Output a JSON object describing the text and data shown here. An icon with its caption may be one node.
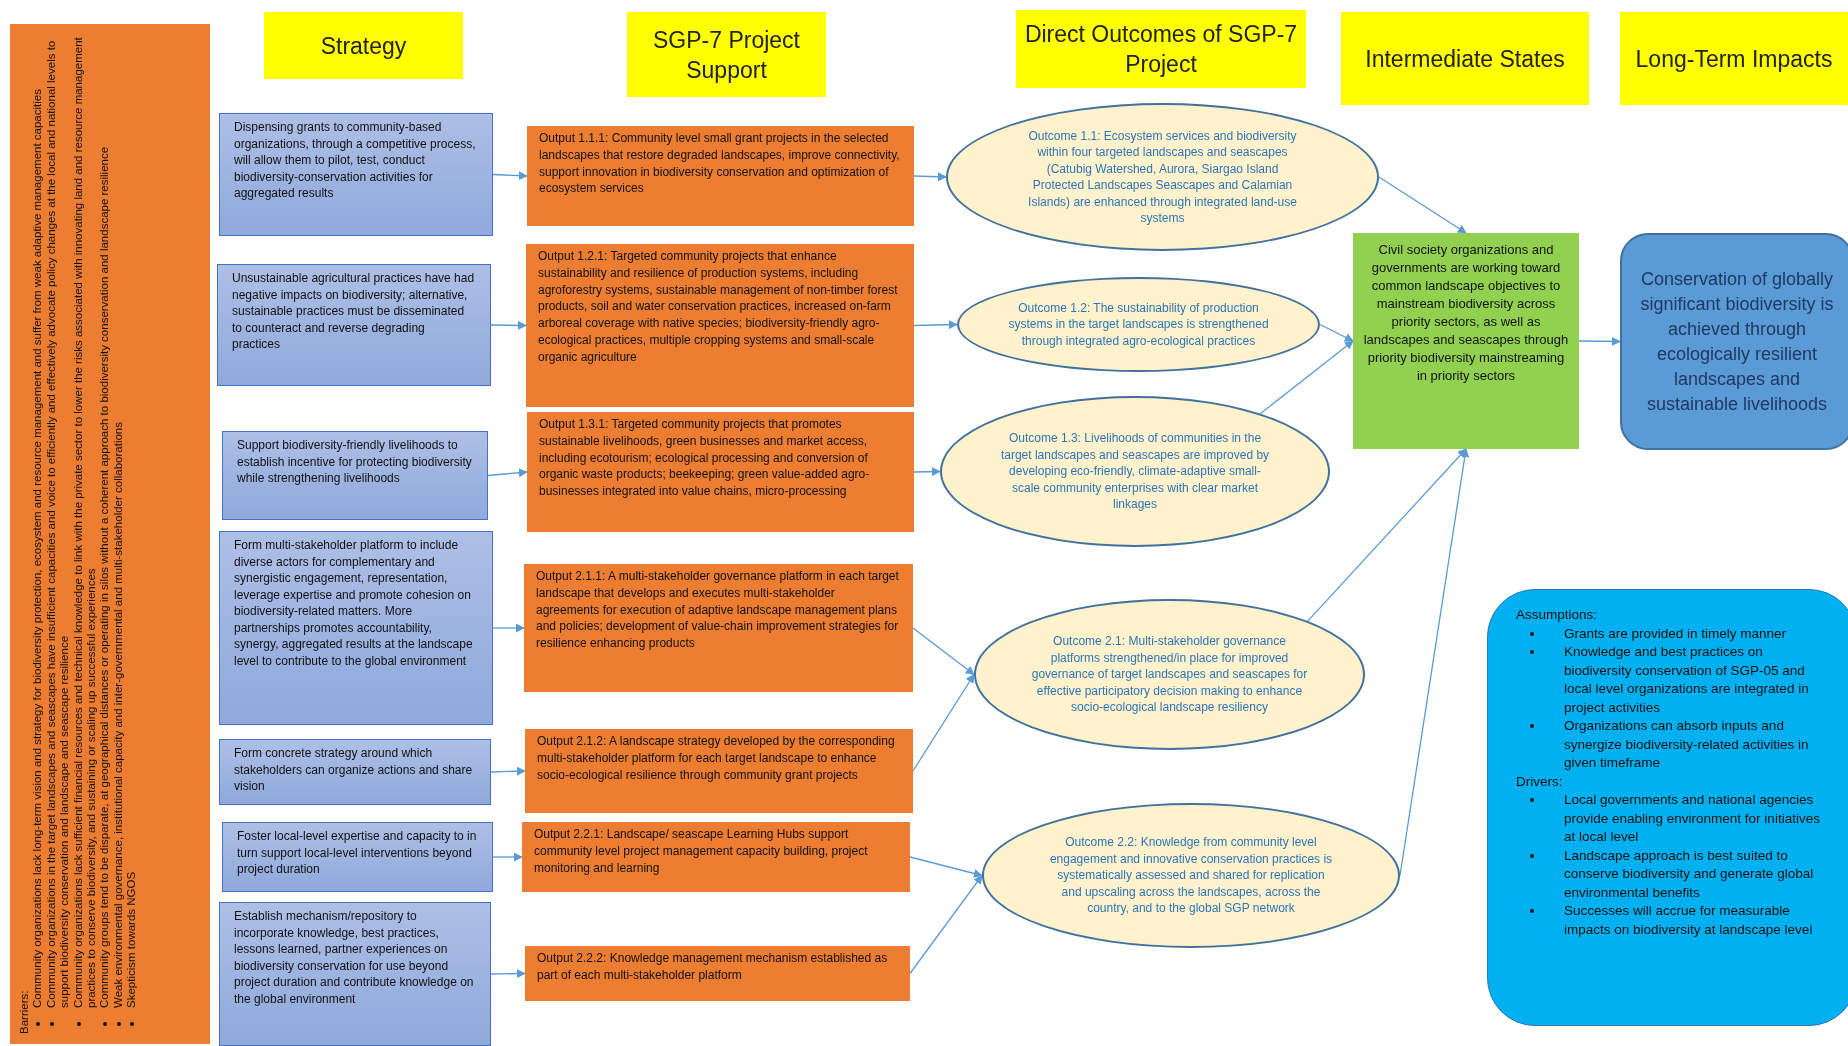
{
  "diagram": {
    "nodes": [
      {
        "text": [
          "Barriers:",
          "Community organizations  lack long-term vision and strategy for biodiversity protection, ecosystem and resource management and suffer from weak adaptive management capacities",
          "Community organizations in the target landscapes and seascapes have insufficient capacities and voice to efficiently and effectively advocate policy changes at the local and national levels to support biodiversity conservation and landscape and seascape resilience",
          "Community organizations lack sufficient financial resources and technical knowledge to link with the private sector to lower the risks associated with innovating land and resource management practices to conserve biodiversity, and sustaining or scaling up successful experiences",
          "Community groups tend to be disparate, at geographical distances or operating in silos without a coherent approach to biodiversity conservation and landscape resilience",
          "Weak environmental governance, institutional capacity and inter-governmental and multi-stakeholder collaborations",
          "Skepticism towards NGOS"
        ]
      },
      {
        "text": [
          "Strategy"
        ]
      },
      {
        "text": [
          "SGP-7 Project Support"
        ]
      },
      {
        "text": [
          "Direct Outcomes of SGP-7 Project"
        ]
      },
      {
        "text": [
          "Intermediate States"
        ]
      },
      {
        "text": [
          "Long-Term Impacts"
        ]
      },
      {
        "text": [
          "Dispensing  grants to community-based organizations, through a competitive process, will allow them to pilot, test, conduct biodiversity-conservation activities for aggregated results"
        ]
      },
      {
        "text": [
          "Unsustainable agricultural practices have had negative impacts on biodiversity; alternative, sustainable practices must be disseminated to counteract and reverse degrading practices"
        ]
      },
      {
        "text": [
          "Support biodiversity-friendly livelihoods to establish  incentive for protecting biodiversity while strengthening livelihoods"
        ]
      },
      {
        "text": [
          "Form multi-stakeholder platform to include diverse actors for complementary and synergistic engagement, representation, leverage expertise and promote cohesion on biodiversity-related matters. More partnerships promotes accountability, synergy, aggregated results at the landscape level to contribute to the global environment"
        ]
      },
      {
        "text": [
          "Form concrete strategy around which stakeholders can organize actions and share vision"
        ]
      },
      {
        "text": [
          "Foster local-level expertise and capacity to in turn support local-level interventions beyond project duration"
        ]
      },
      {
        "text": [
          "Establish mechanism/repository to incorporate knowledge, best practices, lessons learned, partner experiences on biodiversity conservation  for use beyond project duration and contribute knowledge on the global environment"
        ]
      },
      {
        "text": [
          "Output 1.1.1: Community level small grant projects in the selected landscapes that restore degraded landscapes, improve connectivity, support innovation in biodiversity conservation and optimization of ecosystem services"
        ]
      },
      {
        "text": [
          "Output 1.2.1: Targeted community projects that enhance sustainability and resilience of production systems, including agroforestry systems, sustainable management of non-timber forest products, soil and water conservation practices, increased on-farm arboreal coverage with native species; biodiversity-friendly agro-ecological practices, multiple cropping systems and small-scale organic agriculture"
        ]
      },
      {
        "text": [
          "Output 1.3.1: Targeted community projects that promotes sustainable livelihoods, green businesses and market access, including ecotourism; ecological processing and conversion of organic waste products; beekeeping; green value-added agro-businesses integrated into value chains, micro-processing"
        ]
      },
      {
        "text": [
          "Output 2.1.1: A multi-stakeholder governance platform in each target landscape that develops and executes multi-stakeholder agreements for execution of adaptive landscape management plans and policies; development of value-chain improvement strategies for resilience enhancing products"
        ]
      },
      {
        "text": [
          "Output 2.1.2: A landscape strategy developed by the corresponding multi-stakeholder platform for each target landscape to enhance socio-ecological resilience through community grant projects"
        ]
      },
      {
        "text": [
          "Output 2.2.1: Landscape/ seascape Learning Hubs support community level project management capacity building, project monitoring and learning"
        ]
      },
      {
        "text": [
          "Output 2.2.2: Knowledge management mechanism established as part of each multi-stakeholder platform"
        ]
      },
      {
        "text": [
          "Outcome 1.1:  Ecosystem services and biodiversity within four targeted landscapes and seascapes  (Catubig Watershed, Aurora, Siargao Island Protected Landscapes Seascapes  and Calamian Islands) are enhanced through integrated land-use systems"
        ]
      },
      {
        "text": [
          "Outcome 1.2: The sustainability of production systems in the target landscapes is strengthened through integrated agro-ecological practices"
        ]
      },
      {
        "text": [
          "Outcome 1.3: Livelihoods of communities in the target landscapes and seascapes are improved by developing eco-friendly, climate-adaptive small-scale community enterprises with clear market linkages"
        ]
      },
      {
        "text": [
          "Outcome 2.1: Multi-stakeholder governance platforms strengthened/in place for improved governance of target landscapes and seascapes for effective participatory decision making to enhance socio-ecological landscape resiliency"
        ]
      },
      {
        "text": [
          "Outcome 2.2: Knowledge from community level engagement and innovative conservation practices is systematically assessed and shared for replication and upscaling across the landscapes, across the country, and to the global SGP network"
        ]
      },
      {
        "text": [
          "Civil society organizations and governments are working toward common landscape objectives to mainstream biodiversity across priority sectors, as well as landscapes and seascapes through priority biodiversity mainstreaming in priority sectors"
        ]
      },
      {
        "text": [
          "Conservation of globally significant biodiversity is achieved through ecologically resilient landscapes and sustainable livelihoods"
        ]
      },
      {
        "text": [
          "Assumptions:",
          "Grants are provided in timely manner",
          "Knowledge and best practices on biodiversity conservation of SGP-05 and local level organizations are integrated in project activities",
          "Organizations can absorb inputs and synergize biodiversity-related activities in given timeframe",
          "Drivers:",
          "Local governments and national agencies provide enabling environment for initiatives at local level",
          "Landscape approach is best suited to conserve biodiversity and generate global environmental benefits",
          "Successes will accrue for measurable impacts on biodiversity at landscape level"
        ]
      }
    ],
    "edges": [
      {
        "from": 6,
        "to": 13,
        "arrow": "to"
      },
      {
        "from": 7,
        "to": 14,
        "arrow": "to"
      },
      {
        "from": 8,
        "to": 15,
        "arrow": "to"
      },
      {
        "from": 9,
        "to": 16,
        "arrow": "to"
      },
      {
        "from": 10,
        "to": 17,
        "arrow": "to"
      },
      {
        "from": 11,
        "to": 18,
        "arrow": "to"
      },
      {
        "from": 12,
        "to": 19,
        "arrow": "to"
      },
      {
        "from": 13,
        "to": 20,
        "arrow": "to"
      },
      {
        "from": 14,
        "to": 21,
        "arrow": "to"
      },
      {
        "from": 15,
        "to": 22,
        "arrow": "to"
      },
      {
        "from": 16,
        "to": 23,
        "arrow": "to"
      },
      {
        "from": 17,
        "to": 23,
        "arrow": "to"
      },
      {
        "from": 18,
        "to": 24,
        "arrow": "to"
      },
      {
        "from": 19,
        "to": 24,
        "arrow": "to"
      },
      {
        "from": 20,
        "to": 25,
        "arrow": "to"
      },
      {
        "from": 21,
        "to": 25,
        "arrow": "to"
      },
      {
        "from": 22,
        "to": 25,
        "arrow": "to"
      },
      {
        "from": 23,
        "to": 25,
        "arrow": "to"
      },
      {
        "from": 24,
        "to": 25,
        "arrow": "to"
      },
      {
        "from": 25,
        "to": 26,
        "arrow": "to"
      }
    ]
  }
}
